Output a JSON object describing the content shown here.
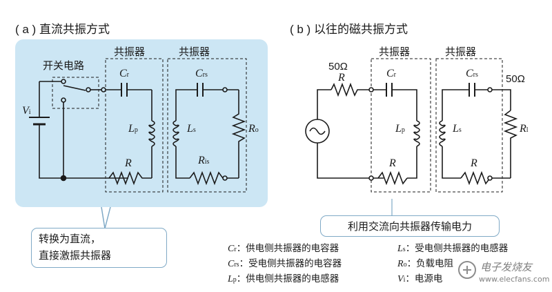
{
  "panel_a": {
    "title": "( a ) 直流共振方式",
    "switch_label": "开关电路",
    "resonator_1": "共振器",
    "resonator_2": "共振器",
    "components": {
      "vi": "V",
      "vi_sub": "i",
      "cr": "C",
      "cr_sub": "r",
      "lp": "L",
      "lp_sub": "p",
      "r": "R",
      "crs": "C",
      "crs_sub": "rs",
      "ls": "L",
      "ls_sub": "s",
      "ro": "R",
      "ro_sub": "o",
      "ris": "R",
      "ris_sub": "is"
    },
    "callout_line1": "转换为直流，",
    "callout_line2": "直接激振共振器"
  },
  "panel_b": {
    "title": "( b ) 以往的磁共振方式",
    "resonator_1": "共振器",
    "resonator_2": "共振器",
    "source_impedance": "50Ω",
    "load_impedance": "50Ω",
    "components": {
      "r_src": "R",
      "cr": "C",
      "cr_sub": "r",
      "lp": "L",
      "lp_sub": "p",
      "r1": "R",
      "crs": "C",
      "crs_sub": "rs",
      "ls": "L",
      "ls_sub": "s",
      "rl": "R",
      "rl_sub": "l",
      "r2": "R"
    },
    "callout": "利用交流向共振器传输电力"
  },
  "legend": {
    "left": [
      {
        "sym": "C",
        "sub": "r",
        "text": "：供电侧共振器的电容器"
      },
      {
        "sym": "C",
        "sub": "rs",
        "text": "：受电侧共振器的电容器"
      },
      {
        "sym": "L",
        "sub": "p",
        "text": "：供电侧共振器的电感器"
      }
    ],
    "right": [
      {
        "sym": "L",
        "sub": "s",
        "text": "：受电侧共振器的电感器"
      },
      {
        "sym": "R",
        "sub": "o",
        "text": "：负载电阻"
      },
      {
        "sym": "V",
        "sub": "i",
        "text": "：电源电"
      }
    ]
  },
  "watermark": {
    "cn": "电子发烧友",
    "url": "www.elecfans.com"
  },
  "colors": {
    "panel_fill": "#cce6f4",
    "callout_border": "#7fa9c6",
    "line": "#1a1a1a"
  }
}
